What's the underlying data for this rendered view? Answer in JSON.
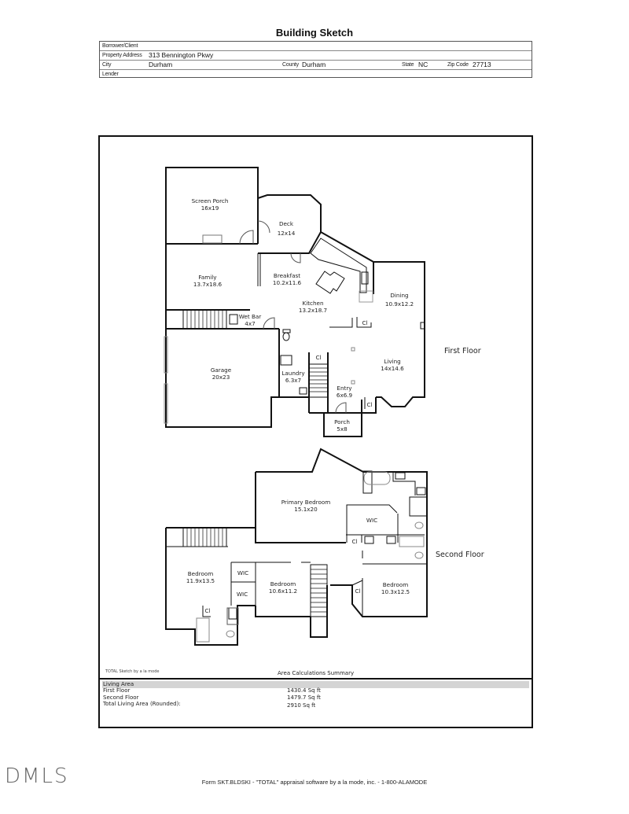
{
  "title": "Building Sketch",
  "header": {
    "borrower_label": "Borrower/Client",
    "borrower_value": "",
    "address_label": "Property Address",
    "address_value": "313 Bennington Pkwy",
    "city_label": "City",
    "city_value": "Durham",
    "county_label": "County",
    "county_value": "Durham",
    "state_label": "State",
    "state_value": "NC",
    "zip_label": "Zip Code",
    "zip_value": "27713",
    "lender_label": "Lender",
    "lender_value": ""
  },
  "first_floor": {
    "label": "First Floor",
    "rooms": [
      {
        "name": "Screen Porch",
        "dims": "16x19"
      },
      {
        "name": "Deck",
        "dims": "12x14"
      },
      {
        "name": "Family",
        "dims": "13.7x18.6"
      },
      {
        "name": "Breakfast",
        "dims": "10.2x11.6"
      },
      {
        "name": "Kitchen",
        "dims": "13.2x18.7"
      },
      {
        "name": "Dining",
        "dims": "10.9x12.2"
      },
      {
        "name": "Wet Bar",
        "dims": "4x7"
      },
      {
        "name": "Garage",
        "dims": "20x23"
      },
      {
        "name": "Laundry",
        "dims": "6.3x7"
      },
      {
        "name": "Living",
        "dims": "14x14.6"
      },
      {
        "name": "Entry",
        "dims": "6x6.9"
      },
      {
        "name": "Porch",
        "dims": "5x8"
      }
    ],
    "closets": [
      "Cl",
      "Cl",
      "Cl"
    ]
  },
  "second_floor": {
    "label": "Second Floor",
    "rooms": [
      {
        "name": "Primary Bedroom",
        "dims": "15.1x20"
      },
      {
        "name": "WIC",
        "dims": ""
      },
      {
        "name": "Bedroom",
        "dims": "11.9x13.5"
      },
      {
        "name": "WIC",
        "dims": ""
      },
      {
        "name": "WIC",
        "dims": ""
      },
      {
        "name": "Bedroom",
        "dims": "10.6x11.2"
      },
      {
        "name": "Bedroom",
        "dims": "10.3x12.5"
      }
    ],
    "closets": [
      "Cl",
      "Cl",
      "Cl"
    ]
  },
  "sketch_credit": "TOTAL Sketch by a la mode",
  "summary": {
    "title": "Area Calculations Summary",
    "section": "Living Area",
    "rows": [
      {
        "label": "First Floor",
        "value": "1430.4 Sq ft"
      },
      {
        "label": "Second Floor",
        "value": "1479.7 Sq ft"
      },
      {
        "label": "Total Living Area (Rounded):",
        "value": "2910 Sq ft"
      }
    ]
  },
  "watermark": "DMLS",
  "footer": "Form SKT.BLDSKI - \"TOTAL\" appraisal software by a la mode, inc. - 1-800-ALAMODE"
}
